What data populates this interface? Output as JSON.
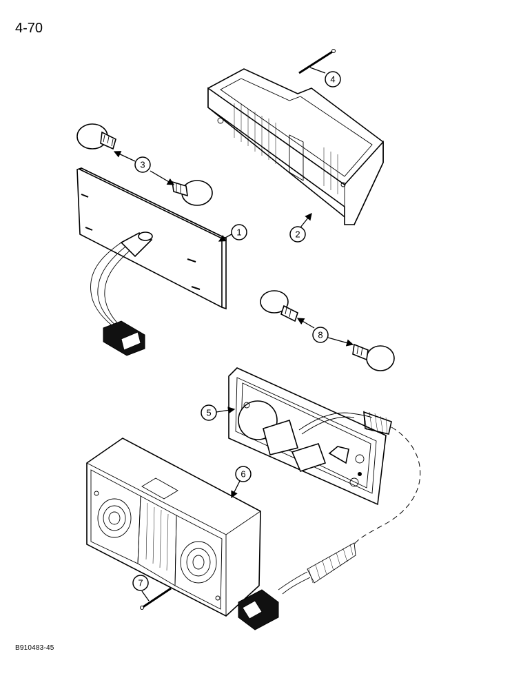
{
  "page": {
    "number": "4-70",
    "code": "B910483-45"
  },
  "callouts": [
    {
      "id": "1",
      "label": "1"
    },
    {
      "id": "2",
      "label": "2"
    },
    {
      "id": "3",
      "label": "3"
    },
    {
      "id": "4",
      "label": "4"
    },
    {
      "id": "5",
      "label": "5"
    },
    {
      "id": "6",
      "label": "6"
    },
    {
      "id": "7",
      "label": "7"
    },
    {
      "id": "8",
      "label": "8"
    }
  ]
}
